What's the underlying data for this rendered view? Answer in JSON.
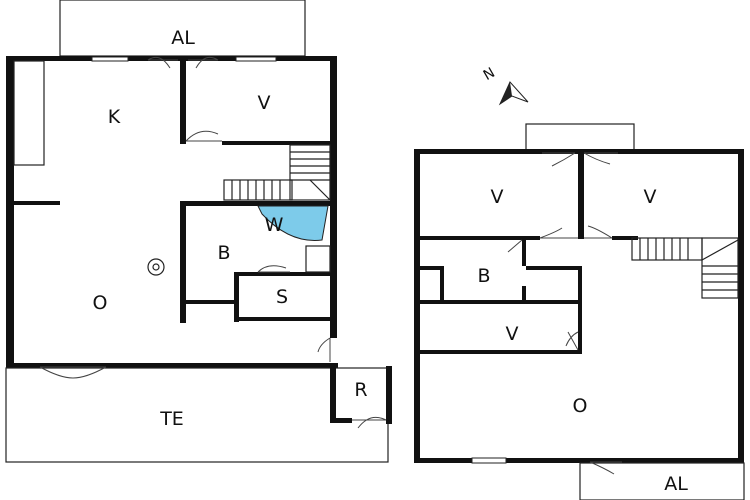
{
  "compass": {
    "label": "N"
  },
  "ground_floor": {
    "rooms": [
      {
        "key": "al_top",
        "label": "AL"
      },
      {
        "key": "kitchen",
        "label": "K"
      },
      {
        "key": "v_top",
        "label": "V"
      },
      {
        "key": "wc",
        "label": "W"
      },
      {
        "key": "bath",
        "label": "B"
      },
      {
        "key": "storage",
        "label": "S"
      },
      {
        "key": "living",
        "label": "O"
      },
      {
        "key": "terrace",
        "label": "TE"
      },
      {
        "key": "r_room",
        "label": "R"
      }
    ]
  },
  "upper_floor": {
    "rooms": [
      {
        "key": "v_left",
        "label": "V"
      },
      {
        "key": "v_right",
        "label": "V"
      },
      {
        "key": "bath",
        "label": "B"
      },
      {
        "key": "v_mid",
        "label": "V"
      },
      {
        "key": "living",
        "label": "O"
      },
      {
        "key": "al_bottom",
        "label": "AL"
      }
    ]
  },
  "colors": {
    "wall": "#111111",
    "wc_fill": "#7dcbea"
  }
}
